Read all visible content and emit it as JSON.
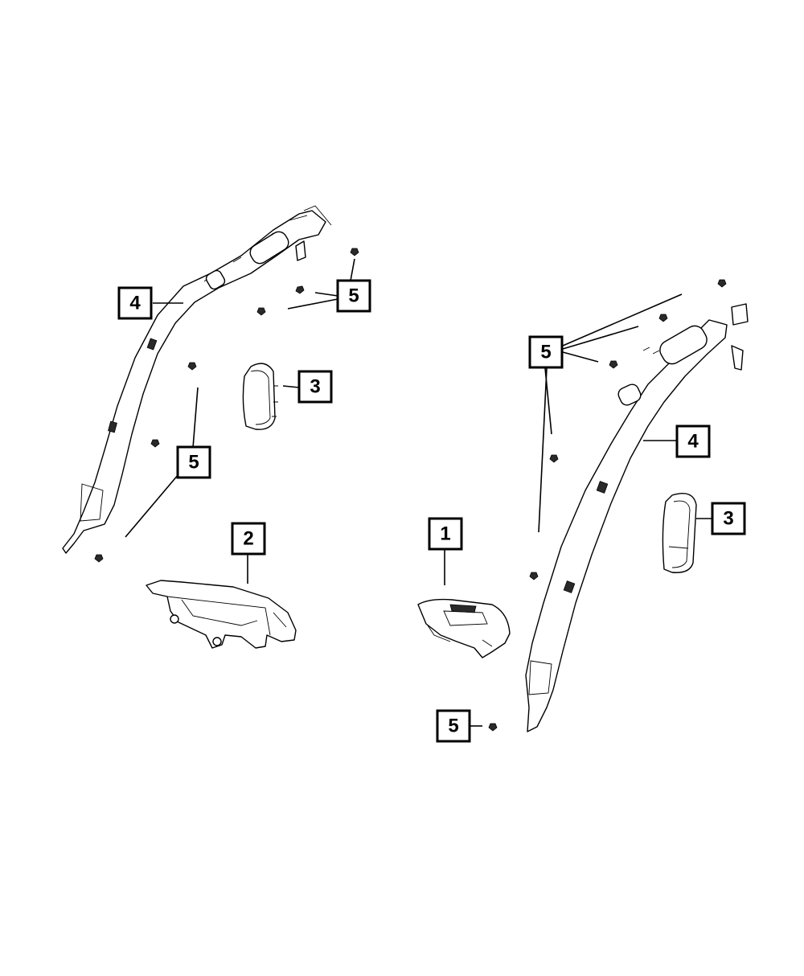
{
  "callouts": {
    "c1": "1",
    "c2": "2",
    "c3_left": "3",
    "c3_right": "3",
    "c4_left": "4",
    "c4_right": "4",
    "c5_top_left": "5",
    "c5_mid_left": "5",
    "c5_top_right": "5",
    "c5_bottom_right": "5"
  },
  "colors": {
    "ink": "#000000",
    "paper": "#ffffff"
  }
}
